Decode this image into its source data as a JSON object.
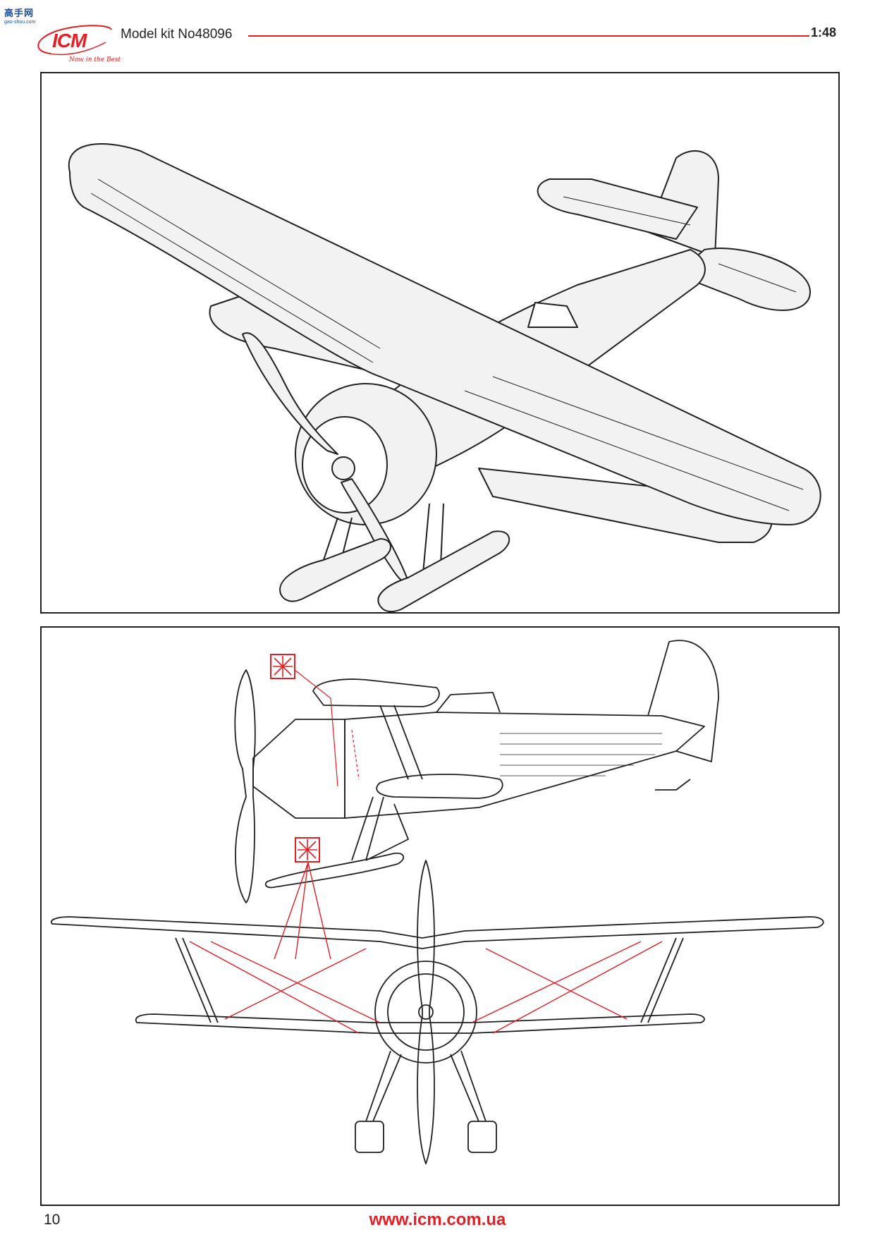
{
  "header": {
    "watermark_line1": "高手网",
    "watermark_line2": "gao-shou.com",
    "logo_text": "ICM",
    "logo_slogan": "Now in the Best",
    "kit_title": "Model kit No48096",
    "scale": "1:48"
  },
  "callouts": {
    "marker_symbol": "*",
    "color": "#e31e24"
  },
  "footer": {
    "page_number": "10",
    "website": "www.icm.com.ua"
  },
  "colors": {
    "accent": "#e31e24",
    "line": "#231f20"
  }
}
